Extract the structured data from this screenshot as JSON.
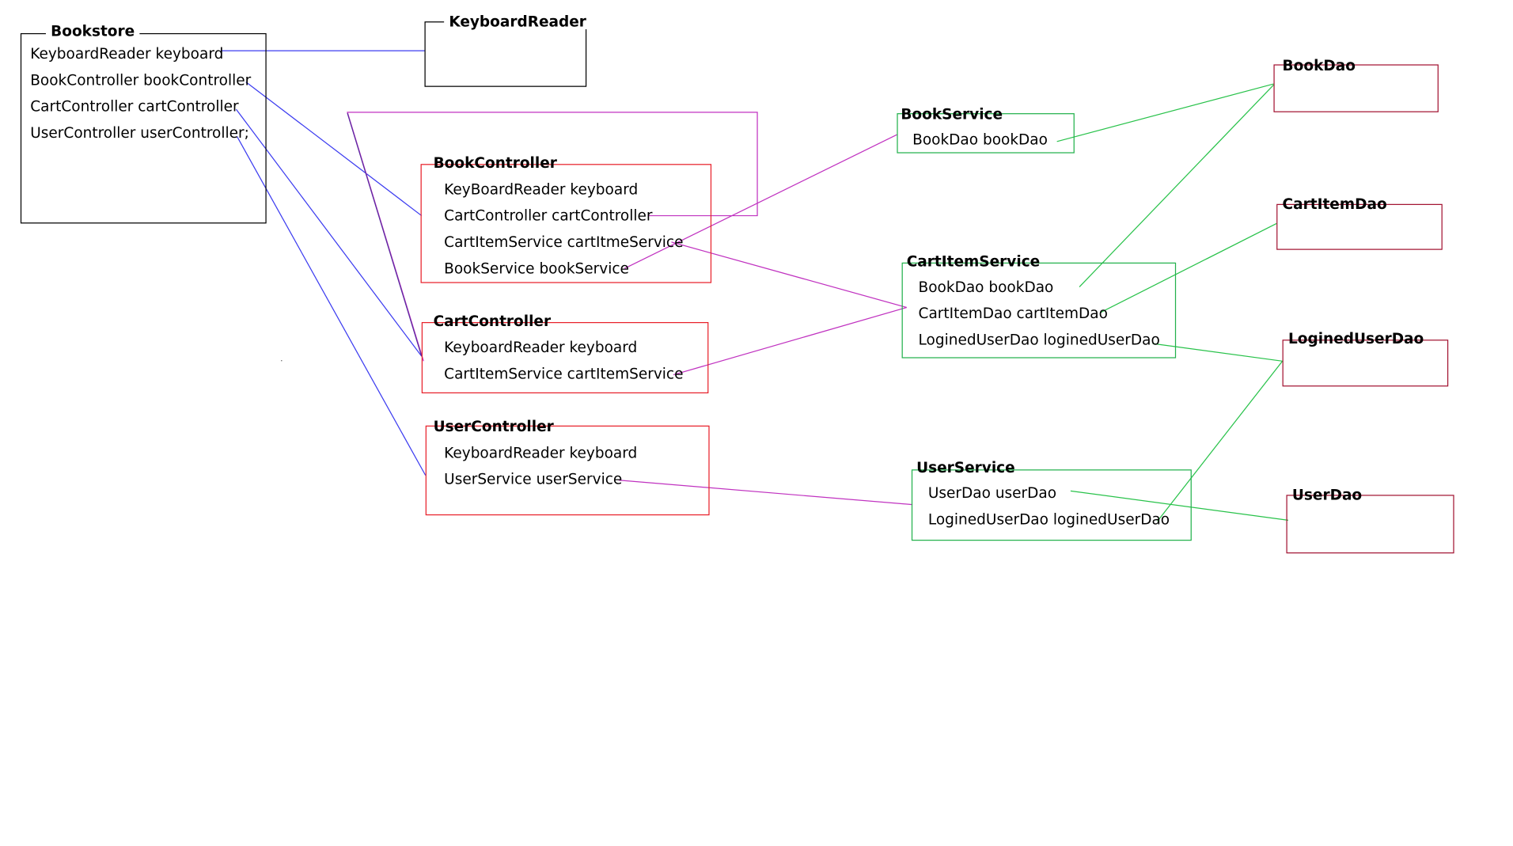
{
  "colors": {
    "bookstore_link": "#3b3bf0",
    "service_link": "#c032c0",
    "dao_link": "#28c24a",
    "controller_border": "#e8202a",
    "service_border": "#22b14c",
    "dao_border": "#a31432"
  },
  "classes": {
    "bookstore": {
      "title": "Bookstore",
      "fields": [
        "KeyboardReader keyboard",
        "BookController bookController",
        "CartController cartController",
        "UserController userController;"
      ]
    },
    "keyboard_reader": {
      "title": "KeyboardReader"
    },
    "book_controller": {
      "title": "BookController",
      "fields": [
        "KeyBoardReader keyboard",
        "CartController cartController",
        "CartItemService cartItmeService",
        "BookService bookService"
      ]
    },
    "cart_controller": {
      "title": "CartController",
      "fields": [
        "KeyboardReader keyboard",
        "CartItemService cartItemService"
      ]
    },
    "user_controller": {
      "title": "UserController",
      "fields": [
        "KeyboardReader keyboard",
        "UserService userService"
      ]
    },
    "book_service": {
      "title": "BookService",
      "fields": [
        "BookDao bookDao"
      ]
    },
    "cart_item_service": {
      "title": "CartItemService",
      "fields": [
        "BookDao bookDao",
        "CartItemDao cartItemDao",
        "LoginedUserDao loginedUserDao"
      ]
    },
    "user_service": {
      "title": "UserService",
      "fields": [
        "UserDao userDao",
        "LoginedUserDao loginedUserDao"
      ]
    },
    "book_dao": {
      "title": "BookDao"
    },
    "cart_item_dao": {
      "title": "CartItemDao"
    },
    "logined_user_dao": {
      "title": "LoginedUserDao"
    },
    "user_dao": {
      "title": "UserDao"
    }
  }
}
